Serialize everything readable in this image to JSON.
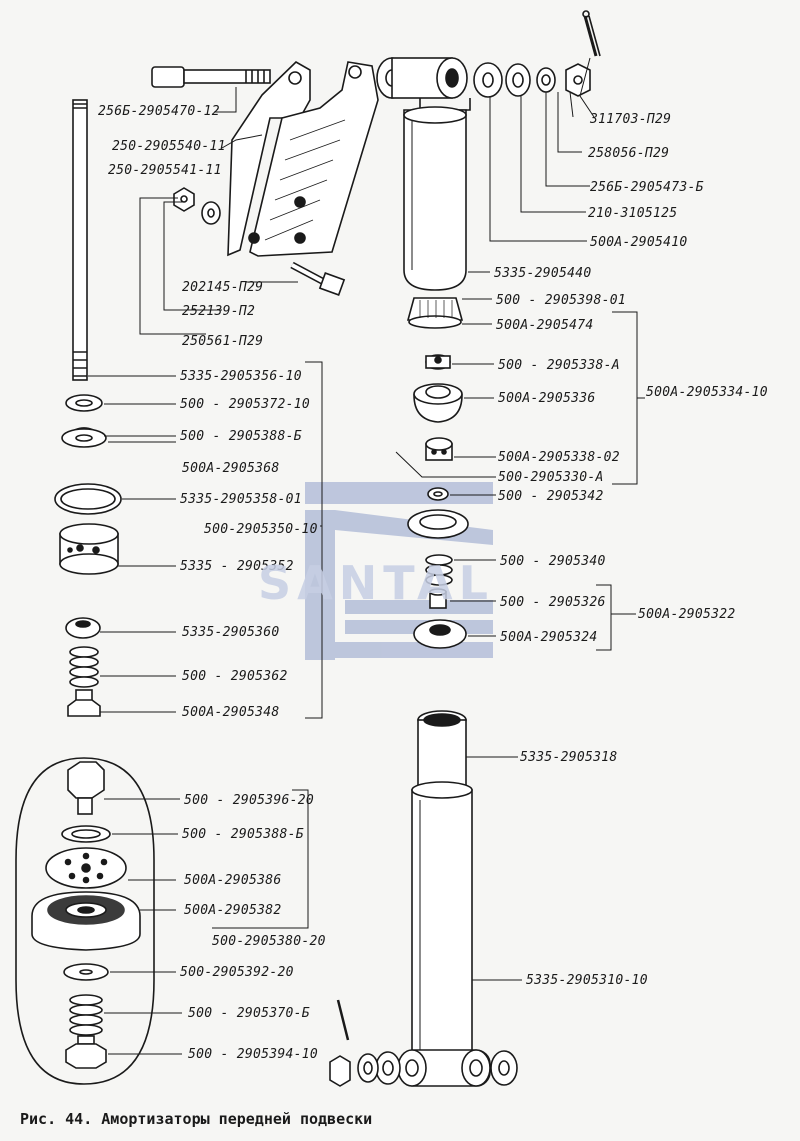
{
  "figure": {
    "caption": "Рис. 44. Амортизаторы передней подвески",
    "watermark": "SANTAL",
    "colors": {
      "line": "#1a1a1a",
      "watermark": "#8f9fca",
      "paper": "#f6f6f4"
    }
  },
  "labels": {
    "l01": "256Б-2905470-12",
    "l02": "250-2905540-11",
    "l03": "250-2905541-11",
    "l04": "202145-П29",
    "l05": "252139-П2",
    "l06": "250561-П29",
    "l07": "311703-П29",
    "l08": "258056-П29",
    "l09": "256Б-2905473-Б",
    "l10": "210-3105125",
    "l11": "500А-2905410",
    "l12": "5335-2905440",
    "l13": "500 - 2905398-01",
    "l14": "500А-2905474",
    "l15": "500 - 2905338-А",
    "l16": "500А-2905336",
    "l17": "500А-2905334-10",
    "l18": "500А-2905338-02",
    "l19": "500-2905330-А",
    "l20": "500 - 2905342",
    "l21": "500 - 2905340",
    "l22": "500 - 2905326",
    "l23": "500А-2905324",
    "l24": "500А-2905322",
    "l25": "5335-2905356-10",
    "l26": "500 - 2905372-10",
    "l27": "500 - 2905388-Б",
    "l28": "500А-2905368",
    "l29": "5335-2905358-01",
    "l30": "500-2905350-10",
    "l31": "5335 - 2905352",
    "l32": "5335-2905360",
    "l33": "500 - 2905362",
    "l34": "500А-2905348",
    "l35": "5335-2905318",
    "l36": "500 - 2905396-20",
    "l37": "500 - 2905388-Б",
    "l38": "500А-2905386",
    "l39": "500А-2905382",
    "l40": "500-2905380-20",
    "l41": "500-2905392-20",
    "l42": "500 - 2905370-Б",
    "l43": "500 - 2905394-10",
    "l44": "5335-2905310-10"
  }
}
